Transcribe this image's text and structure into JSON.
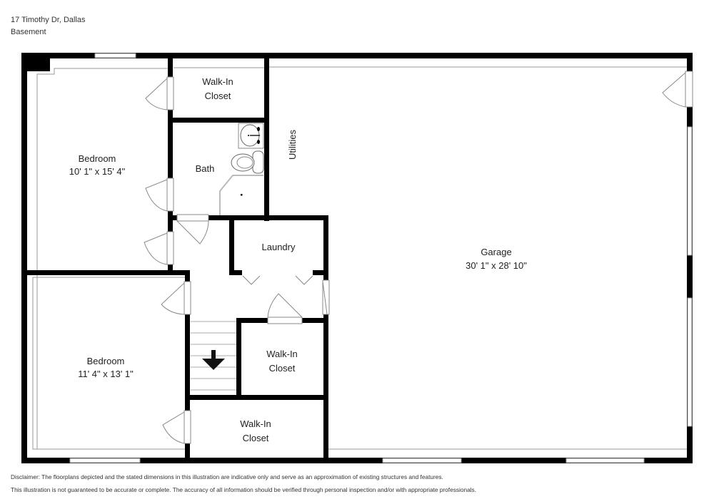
{
  "header": {
    "address": "17 Timothy Dr, Dallas",
    "level": "Basement"
  },
  "rooms": {
    "bedroom1": {
      "name": "Bedroom",
      "dims": "10' 1\" x 15' 4\""
    },
    "bedroom2": {
      "name": "Bedroom",
      "dims": "11' 4\" x 13' 1\""
    },
    "closet_top": {
      "line1": "Walk-In",
      "line2": "Closet"
    },
    "bath": {
      "name": "Bath"
    },
    "utilities": {
      "name": "Utilities"
    },
    "laundry": {
      "name": "Laundry"
    },
    "closet_mid": {
      "line1": "Walk-In",
      "line2": "Closet"
    },
    "closet_bottom": {
      "line1": "Walk-In",
      "line2": "Closet"
    },
    "garage": {
      "name": "Garage",
      "dims": "30' 1\" x 28' 10\""
    }
  },
  "stairs": {
    "direction": "down",
    "icon": "arrow-down-icon"
  },
  "disclaimer": {
    "line1": "Disclaimer: The floorplans depicted and the stated dimensions in this illustration are indicative only and serve as an approximation of existing structures and features.",
    "line2": "This illustration is not guaranteed to be accurate or complete. The accuracy of all information should be verified through personal inspection and/or with appropriate professionals."
  }
}
